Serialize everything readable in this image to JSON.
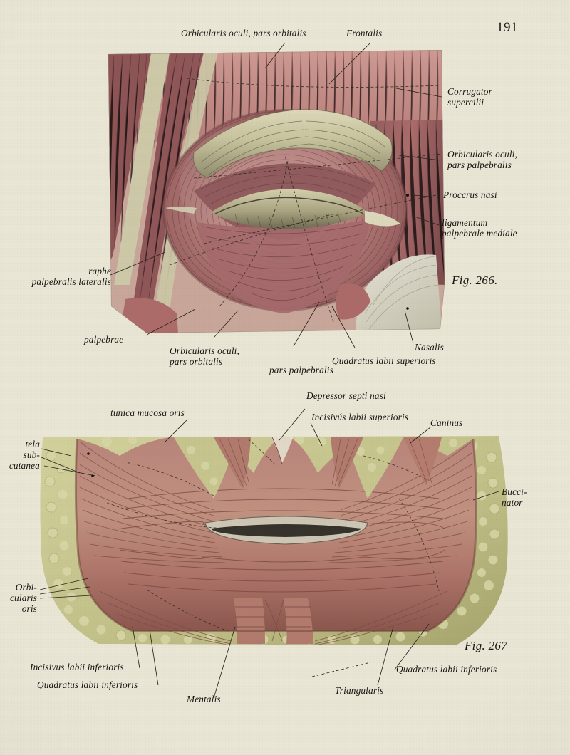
{
  "page": {
    "number": "191",
    "paper_color": "#e9e6d6",
    "ink_color": "#15130f"
  },
  "figures": [
    {
      "id": "fig-266",
      "caption": "Fig. 266.",
      "subject": "Muscles of the eye region (orbicularis oculi, right eye, anterior view)",
      "colors": {
        "muscle_light": "#c48a85",
        "muscle_mid": "#a9696a",
        "muscle_dark": "#7e4a4c",
        "tendon": "#c9c5a4",
        "aponeurosis": "#d6d3bd"
      },
      "labels": [
        {
          "key": "orbicularis-oculi-pars-orbitalis-top",
          "text": "Orbicularis oculi, pars orbitalis"
        },
        {
          "key": "frontalis",
          "text": "Frontalis"
        },
        {
          "key": "corrugator-supercilii",
          "text": "Corrugator\nsupercilii"
        },
        {
          "key": "orbicularis-oculi-pars-palpebralis",
          "text": "Orbicularis oculi,\npars palpebralis"
        },
        {
          "key": "procerus-nasi",
          "text": "Proccrus nasi"
        },
        {
          "key": "ligamentum-palpebrale-mediale",
          "text": "ligamentum\npalpebrale mediale"
        },
        {
          "key": "raphe-palpebralis-lateralis",
          "text": "raphe\npalpebralis lateralis"
        },
        {
          "key": "palpebrae",
          "text": "palpebrae"
        },
        {
          "key": "orbicularis-oculi-pars-orbitalis-bottom",
          "text": "Orbicularis oculi,\npars orbitalis"
        },
        {
          "key": "pars-palpebralis",
          "text": "pars palpebralis"
        },
        {
          "key": "quadratus-labii-superioris",
          "text": "Quadratus labii superioris"
        },
        {
          "key": "nasalis",
          "text": "Nasalis"
        }
      ]
    },
    {
      "id": "fig-267",
      "caption": "Fig. 267",
      "subject": "Muscles of the lips and mouth (posterior / inner view)",
      "colors": {
        "muscle_light": "#c08c80",
        "muscle_mid": "#a86f64",
        "muscle_dark": "#7c4a44",
        "fat": "#c6c58e",
        "fat_shadow": "#a9a870",
        "mucosa_slit": "#cbc3b2"
      },
      "labels": [
        {
          "key": "depressor-septi-nasi",
          "text": "Depressor septi nasi"
        },
        {
          "key": "incisivus-labii-superioris",
          "text": "Incisivús labii superioris"
        },
        {
          "key": "caninus",
          "text": "Caninus"
        },
        {
          "key": "tunica-mucosa-oris",
          "text": "tunica mucosa oris"
        },
        {
          "key": "tela-subcutanea",
          "text": "tela\nsub-\ncutanea"
        },
        {
          "key": "buccinator",
          "text": "Bucci-\nnator"
        },
        {
          "key": "orbicularis-oris",
          "text": "Orbi-\ncularis\noris"
        },
        {
          "key": "incisivus-labii-inferioris",
          "text": "Incisivus labii inferioris"
        },
        {
          "key": "quadratus-labii-inferioris-left",
          "text": "Quadratus labii inferioris"
        },
        {
          "key": "mentalis",
          "text": "Mentalis"
        },
        {
          "key": "triangularis",
          "text": "Triangularis"
        },
        {
          "key": "quadratus-labii-inferioris-right",
          "text": "Quadratus labii inferioris"
        }
      ]
    }
  ]
}
